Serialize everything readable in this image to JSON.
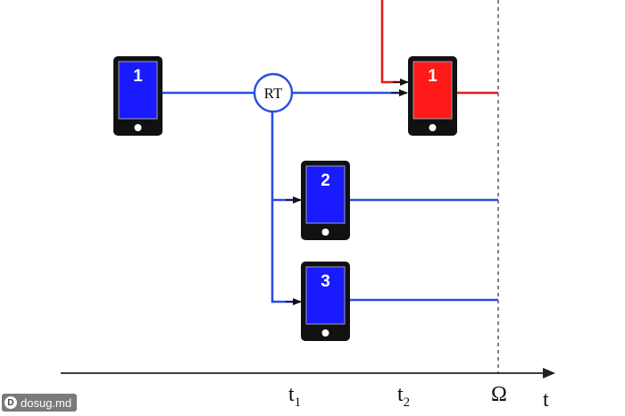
{
  "diagram": {
    "router_label": "RT",
    "phones": [
      {
        "number": "1",
        "color": "#1a1aff"
      },
      {
        "number": "1",
        "color": "#ff1a1a"
      },
      {
        "number": "2",
        "color": "#1a1aff"
      },
      {
        "number": "3",
        "color": "#1a1aff"
      }
    ],
    "axis": {
      "t1": "t",
      "t1_sub": "1",
      "t2": "t",
      "t2_sub": "2",
      "omega": "Ω",
      "t": "t"
    },
    "colors": {
      "blue_line": "#2a4fe0",
      "red_line": "#e11b1b",
      "phone_body": "#111111"
    }
  },
  "watermark": {
    "logo": "D",
    "text": "dosug.md"
  }
}
